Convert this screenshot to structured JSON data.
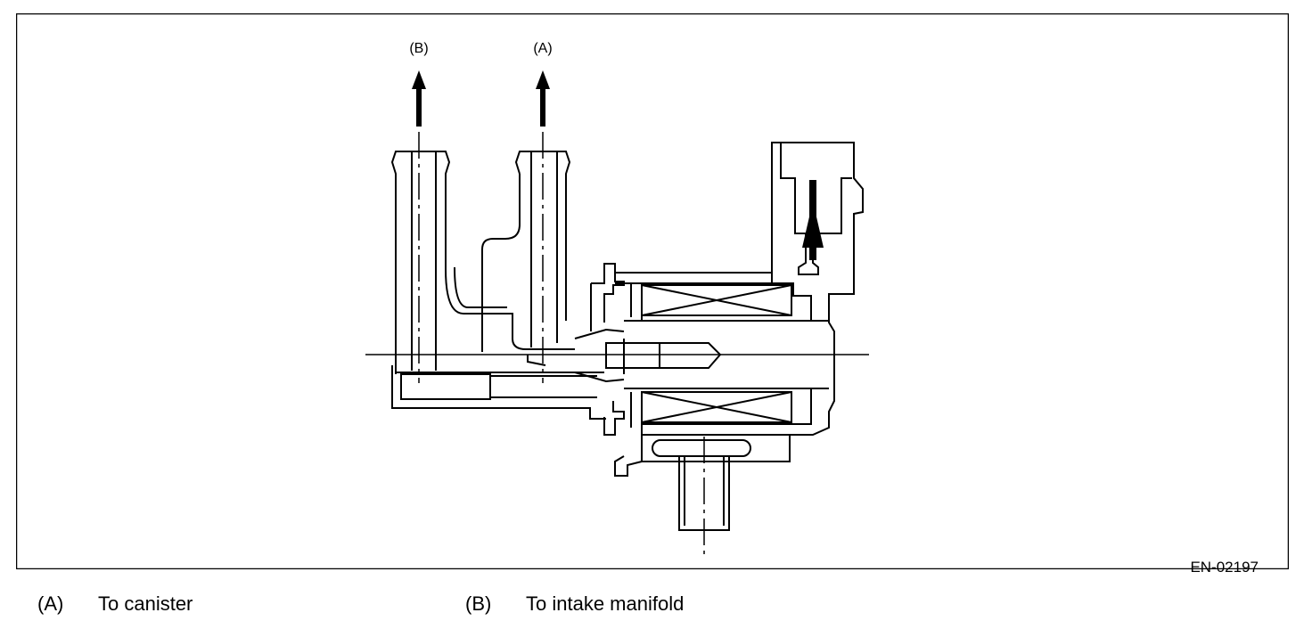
{
  "callouts": {
    "b": "(B)",
    "a": "(A)"
  },
  "figure_code": "EN-02197",
  "legend": [
    {
      "key": "(A)",
      "text": "To canister"
    },
    {
      "key": "(B)",
      "text": "To intake manifold"
    }
  ]
}
